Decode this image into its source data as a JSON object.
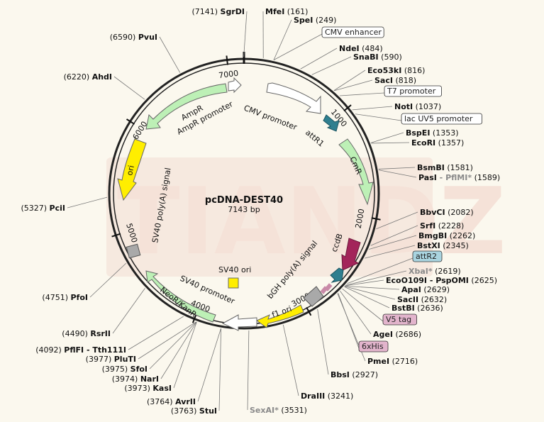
{
  "plasmid": {
    "name": "pcDNA-DEST40",
    "size": "7143 bp",
    "total": 7143
  },
  "watermark": "TIANDZ",
  "ticks": [
    "1000",
    "2000",
    "3000",
    "4000",
    "5000",
    "6000",
    "7000"
  ],
  "sites": [
    {
      "name": "SgrDI",
      "pos": "(7141)",
      "bp": 7141
    },
    {
      "name": "MfeI",
      "pos": "(161)",
      "bp": 161
    },
    {
      "name": "SpeI",
      "pos": "(249)",
      "bp": 249
    },
    {
      "name": "NdeI",
      "pos": "(484)",
      "bp": 484
    },
    {
      "name": "SnaBI",
      "pos": "(590)",
      "bp": 590
    },
    {
      "name": "Eco53kI",
      "pos": "(816)",
      "bp": 816
    },
    {
      "name": "SacI",
      "pos": "(818)",
      "bp": 818
    },
    {
      "name": "NotI",
      "pos": "(1037)",
      "bp": 1037
    },
    {
      "name": "BspEI",
      "pos": "(1353)",
      "bp": 1353
    },
    {
      "name": "EcoRI",
      "pos": "(1357)",
      "bp": 1357
    },
    {
      "name": "BsmBI",
      "pos": "(1581)",
      "bp": 1581
    },
    {
      "name": "PasI",
      "extra": "PflMI*",
      "pos": "(1589)",
      "bp": 1589
    },
    {
      "name": "BbvCI",
      "pos": "(2082)",
      "bp": 2082
    },
    {
      "name": "SrfI",
      "pos": "(2228)",
      "bp": 2228
    },
    {
      "name": "BmgBI",
      "pos": "(2262)",
      "bp": 2262
    },
    {
      "name": "BstXI",
      "pos": "(2345)",
      "bp": 2345
    },
    {
      "name": "XbaI*",
      "pos": "(2619)",
      "bp": 2619,
      "gray": true
    },
    {
      "name": "EcoO109I - PspOMI",
      "pos": "(2625)",
      "bp": 2625
    },
    {
      "name": "ApaI",
      "pos": "(2629)",
      "bp": 2629
    },
    {
      "name": "SacII",
      "pos": "(2632)",
      "bp": 2632
    },
    {
      "name": "BstBI",
      "pos": "(2636)",
      "bp": 2636
    },
    {
      "name": "AgeI",
      "pos": "(2686)",
      "bp": 2686
    },
    {
      "name": "PmeI",
      "pos": "(2716)",
      "bp": 2716
    },
    {
      "name": "BbsI",
      "pos": "(2927)",
      "bp": 2927
    },
    {
      "name": "DraIII",
      "pos": "(3241)",
      "bp": 3241
    },
    {
      "name": "SexAI*",
      "pos": "(3531)",
      "bp": 3531,
      "gray": true
    },
    {
      "name": "StuI",
      "pos": "(3763)",
      "bp": 3763
    },
    {
      "name": "AvrII",
      "pos": "(3764)",
      "bp": 3764
    },
    {
      "name": "KasI",
      "pos": "(3973)",
      "bp": 3973
    },
    {
      "name": "NarI",
      "pos": "(3974)",
      "bp": 3974
    },
    {
      "name": "SfoI",
      "pos": "(3975)",
      "bp": 3975
    },
    {
      "name": "PluTI",
      "pos": "(3977)",
      "bp": 3977
    },
    {
      "name": "PflFI - Tth111I",
      "pos": "(4092)",
      "bp": 4092
    },
    {
      "name": "RsrII",
      "pos": "(4490)",
      "bp": 4490
    },
    {
      "name": "PfoI",
      "pos": "(4751)",
      "bp": 4751
    },
    {
      "name": "PciI",
      "pos": "(5327)",
      "bp": 5327
    },
    {
      "name": "AhdI",
      "pos": "(6220)",
      "bp": 6220
    },
    {
      "name": "PvuI",
      "pos": "(6590)",
      "bp": 6590
    }
  ],
  "boxed_labels": [
    {
      "text": "CMV enhancer",
      "bp": 249
    },
    {
      "text": "T7 promoter",
      "bp": 880
    },
    {
      "text": "lac UV5 promoter",
      "bp": 1080
    },
    {
      "text": "attR2",
      "bp": 2600
    },
    {
      "text": "V5 tag",
      "bp": 2660
    },
    {
      "text": "6xHis",
      "bp": 2710
    }
  ],
  "features": [
    {
      "name": "CMV promoter",
      "color": "#ffffff"
    },
    {
      "name": "attR1",
      "color": "#2f7f8f"
    },
    {
      "name": "CmR",
      "color": "#bdf0b6"
    },
    {
      "name": "ccdB",
      "color": "#a3245a"
    },
    {
      "name": "attR2",
      "color": "#2f7f8f"
    },
    {
      "name": "bGH poly(A) signal",
      "color": "#a9a9a9"
    },
    {
      "name": "f1 ori",
      "color": "#ffee00"
    },
    {
      "name": "SV40 promoter",
      "color": "#ffffff"
    },
    {
      "name": "SV40 ori",
      "color": "#ffee00"
    },
    {
      "name": "NeoR/KanR",
      "color": "#bdf0b6"
    },
    {
      "name": "SV40 poly(A) signal",
      "color": "#a9a9a9"
    },
    {
      "name": "ori",
      "color": "#ffee00"
    },
    {
      "name": "AmpR",
      "color": "#bdf0b6"
    },
    {
      "name": "AmpR promoter",
      "color": "#ffffff"
    }
  ]
}
